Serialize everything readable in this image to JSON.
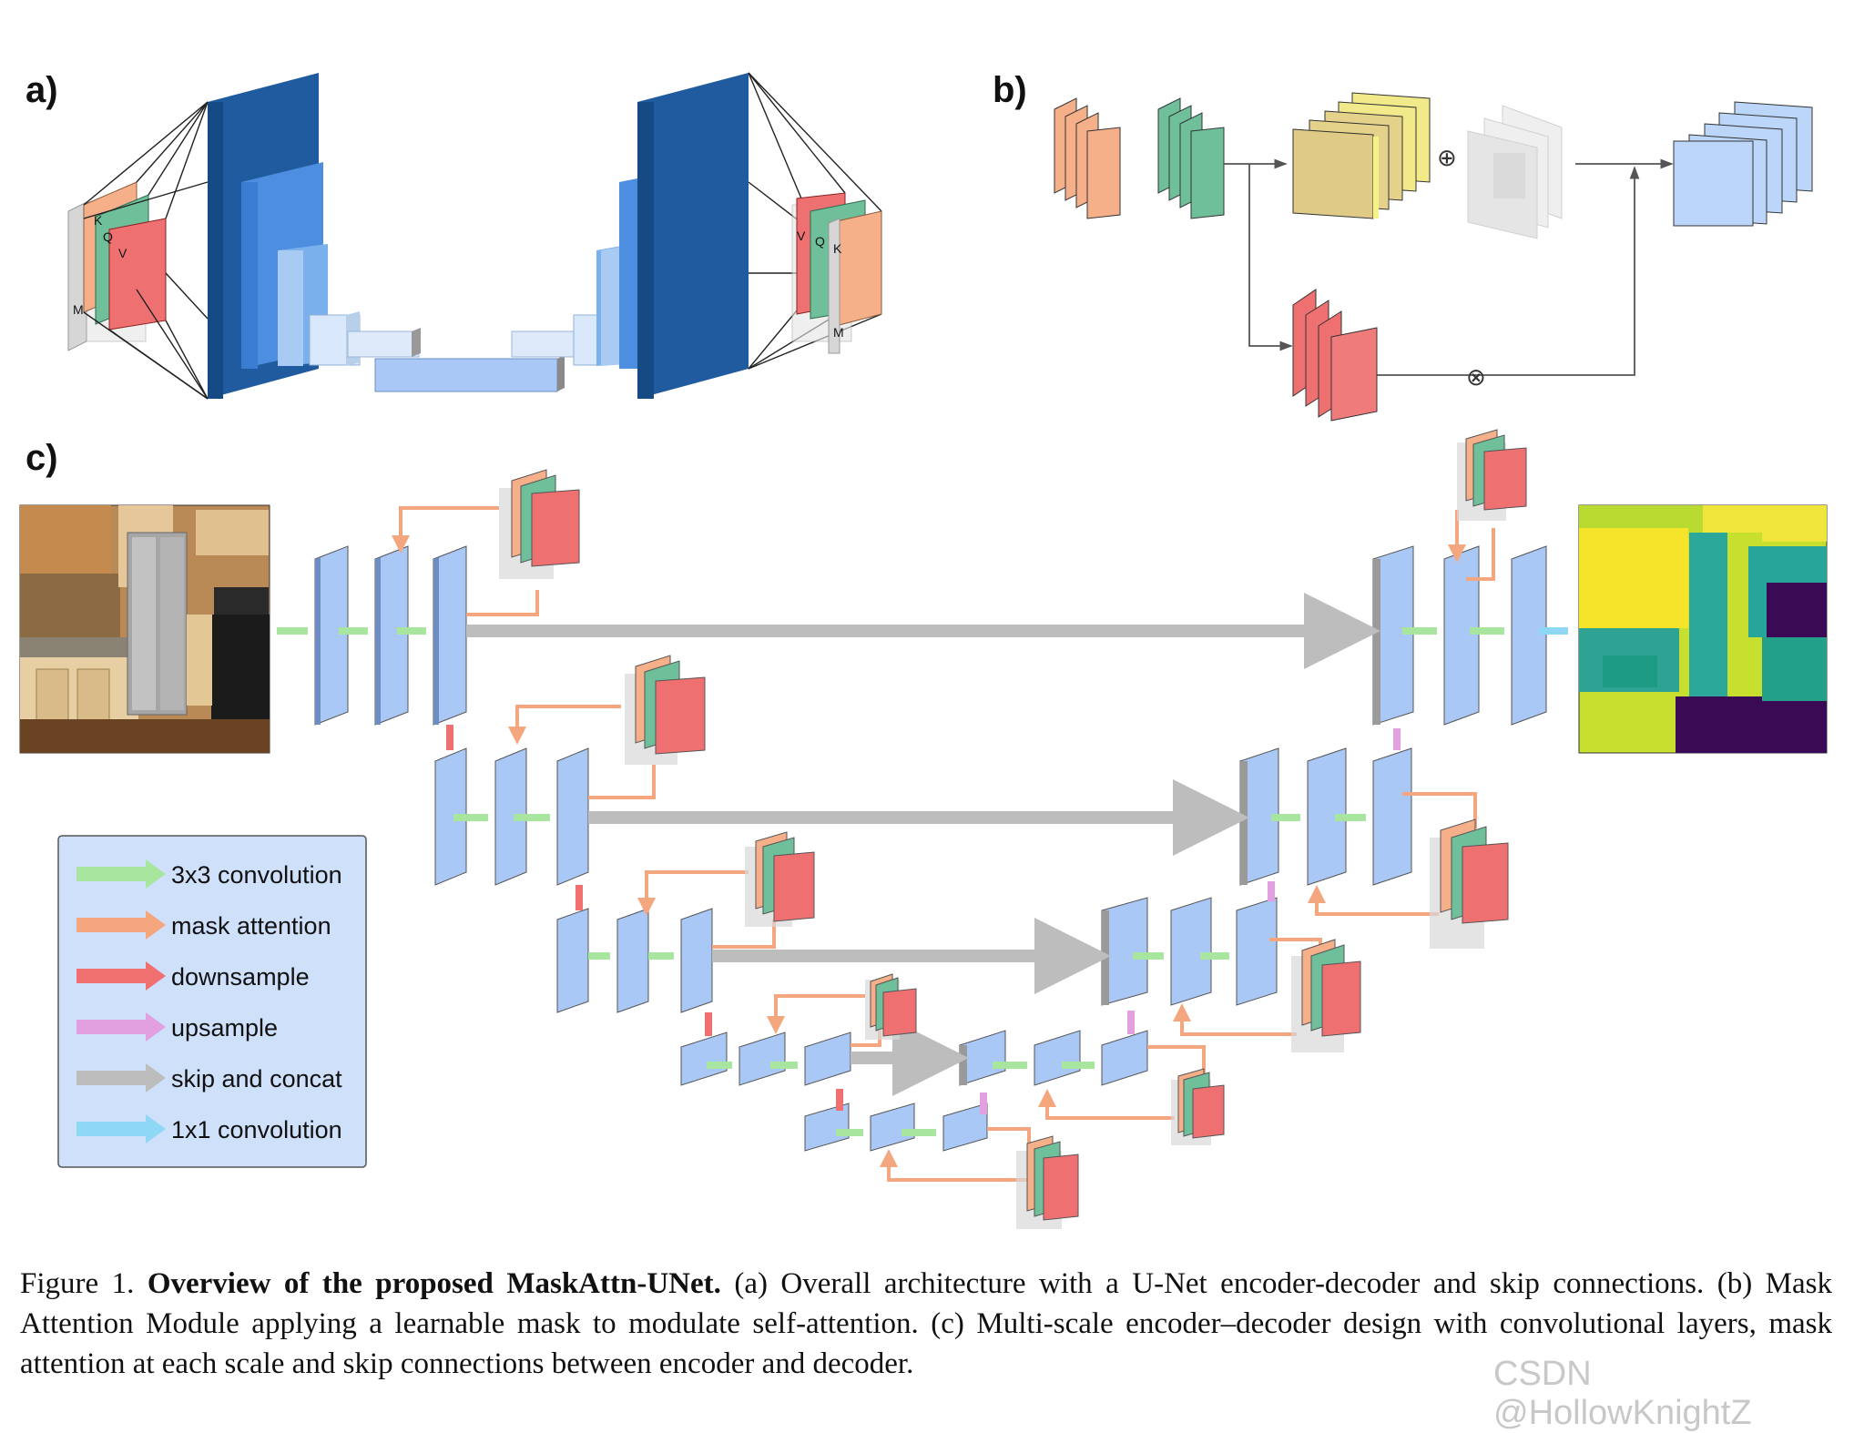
{
  "panels": {
    "a": {
      "label": "a)",
      "module_letters": {
        "m": "M",
        "k": "K",
        "q": "Q",
        "v": "V"
      }
    },
    "b": {
      "label": "b)",
      "ops": {
        "add": "⊕",
        "mul": "⊗"
      }
    },
    "c": {
      "label": "c)"
    }
  },
  "legend": {
    "items": [
      {
        "label": "3x3 convolution",
        "color": "#a8e6a0"
      },
      {
        "label": "mask attention",
        "color": "#f4a77e"
      },
      {
        "label": "downsample",
        "color": "#f07070"
      },
      {
        "label": "upsample",
        "color": "#e3a0e0"
      },
      {
        "label": "skip and concat",
        "color": "#bdbdbd"
      },
      {
        "label": "1x1 convolution",
        "color": "#8fd8f5"
      }
    ]
  },
  "caption": {
    "prefix": "Figure 1. ",
    "bold": "Overview of the proposed MaskAttn-UNet.",
    "text": " (a) Overall architecture with a U-Net encoder-decoder and skip connections. (b) Mask Attention Module applying a learnable mask to modulate self-attention. (c) Multi-scale encoder–decoder design with convolutional layers, mask attention at each scale and skip connections between encoder and decoder."
  },
  "watermark": "CSDN @HollowKnightZ",
  "colors": {
    "encoder_block": "#a9c8f5",
    "deep_blue": "#1f5b9e",
    "orange_layer": "#f5b08a",
    "green_layer": "#6fbf9a",
    "red_layer": "#ef7070",
    "yellow_layer": "#e5d28a",
    "legend_bg": "#cfe0fb"
  }
}
